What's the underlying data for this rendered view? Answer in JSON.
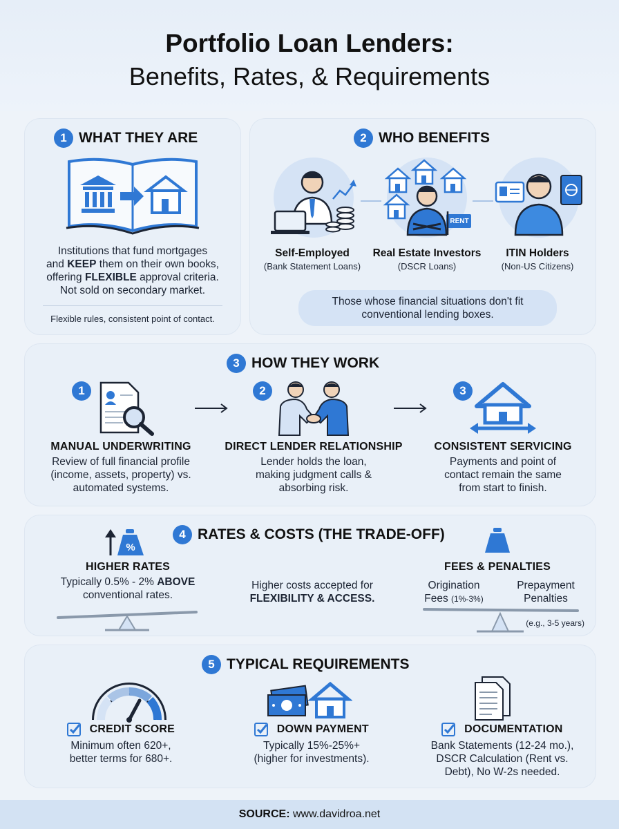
{
  "header": {
    "title_main": "Portfolio Loan Lenders:",
    "title_sub": "Benefits, Rates, & Requirements"
  },
  "colors": {
    "accent": "#2f78d4",
    "panel": "#e9f0f8",
    "pill": "#d5e3f5",
    "footer": "#d3e2f3"
  },
  "s1": {
    "num": "1",
    "heading": "WHAT THEY ARE",
    "line1": "Institutions that fund mortgages",
    "line2_a": "and ",
    "line2_b": "KEEP",
    "line2_c": " them on their own books,",
    "line3_a": "offering ",
    "line3_b": "FLEXIBLE",
    "line3_c": " approval criteria.",
    "line4": "Not sold on secondary market.",
    "note": "Flexible rules, consistent point of contact."
  },
  "s2": {
    "num": "2",
    "heading": "WHO BENEFITS",
    "items": [
      {
        "label": "Self-Employed",
        "sub": "(Bank Statement Loans)"
      },
      {
        "label": "Real Estate Investors",
        "sub": "(DSCR Loans)"
      },
      {
        "label": "ITIN Holders",
        "sub": "(Non-US Citizens)"
      }
    ],
    "rent_sign": "RENT",
    "pill_line1": "Those whose financial situations don't fit",
    "pill_line2": "conventional lending boxes."
  },
  "s3": {
    "num": "3",
    "heading": "HOW THEY WORK",
    "steps": [
      {
        "num": "1",
        "title": "MANUAL UNDERWRITING",
        "l1": "Review of full financial profile",
        "l2": "(income, assets, property) vs.",
        "l3": "automated systems."
      },
      {
        "num": "2",
        "title": "DIRECT LENDER RELATIONSHIP",
        "l1": "Lender holds the loan,",
        "l2": "making judgment calls &",
        "l3": "absorbing risk."
      },
      {
        "num": "3",
        "title": "CONSISTENT SERVICING",
        "l1": "Payments and point of",
        "l2": "contact remain the same",
        "l3": "from start to finish."
      }
    ]
  },
  "s4": {
    "num": "4",
    "heading": "RATES & COSTS (THE TRADE-OFF)",
    "percent_sign": "%",
    "left_title": "HIGHER RATES",
    "left_l1_a": "Typically 0.5% - 2% ",
    "left_l1_b": "ABOVE",
    "left_l2": "conventional rates.",
    "mid_l1": "Higher costs accepted for",
    "mid_l2": "FLEXIBILITY & ACCESS.",
    "right_title": "FEES & PENALTIES",
    "orig_l1": "Origination",
    "orig_l2_a": "Fees ",
    "orig_l2_b": "(1%-3%)",
    "prep_l1": "Prepayment",
    "prep_l2": "Penalties",
    "prep_note": "(e.g., 3-5 years)"
  },
  "s5": {
    "num": "5",
    "heading": "TYPICAL REQUIREMENTS",
    "items": [
      {
        "title": "CREDIT SCORE",
        "l1": "Minimum often 620+,",
        "l2": "better terms for 680+.",
        "l3": ""
      },
      {
        "title": "DOWN PAYMENT",
        "l1": "Typically 15%-25%+",
        "l2": "(higher for investments).",
        "l3": ""
      },
      {
        "title": "DOCUMENTATION",
        "l1": "Bank Statements (12-24 mo.),",
        "l2": "DSCR Calculation (Rent vs.",
        "l3": "Debt), No W-2s needed."
      }
    ]
  },
  "footer": {
    "label": "SOURCE:",
    "value": " www.davidroa.net"
  }
}
